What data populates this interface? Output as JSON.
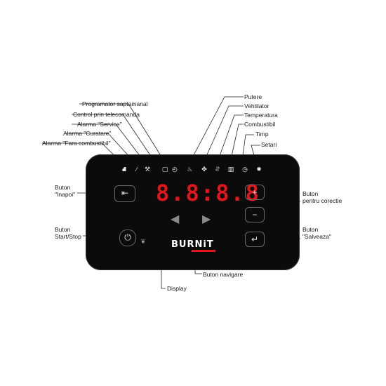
{
  "labels": {
    "programator": "Programator saptamanal",
    "telecomanda": "Control prin telecomanda",
    "service": "Alarma \"Service\"",
    "curatare": "Alarma \"Curatare\"",
    "fara": "Alarma \"Fara combustibil\"",
    "putere": "Putere",
    "ventilator": "Vehtilator",
    "temperatura": "Temperatura",
    "combustibil": "Combustibil",
    "timp": "Timp",
    "setari": "Setari",
    "inapoi_1": "Buton",
    "inapoi_2": "\"Inapoi\"",
    "startstop_1": "Buton",
    "startstop_2": "Start/Stop",
    "corectie_1": "Buton",
    "corectie_2": "pentru corectie",
    "salveaza_1": "Buton",
    "salveaza_2": "\"Salveaza\"",
    "navigare": "Buton navigare",
    "display": "Display"
  },
  "panel": {
    "digits": "8.8:8.8",
    "logo": "BURNiT",
    "plus": "+",
    "minus": "−"
  },
  "colors": {
    "segment": "#e0161c",
    "panel": "#0b0b0b"
  },
  "icons": [
    "no-fuel-icon",
    "brush-icon",
    "wrench-icon",
    "square-icon",
    "clock-icon",
    "flame-icon",
    "fan-icon",
    "thermometer-icon",
    "fuel-level-icon",
    "timer-icon",
    "gear-icon"
  ]
}
